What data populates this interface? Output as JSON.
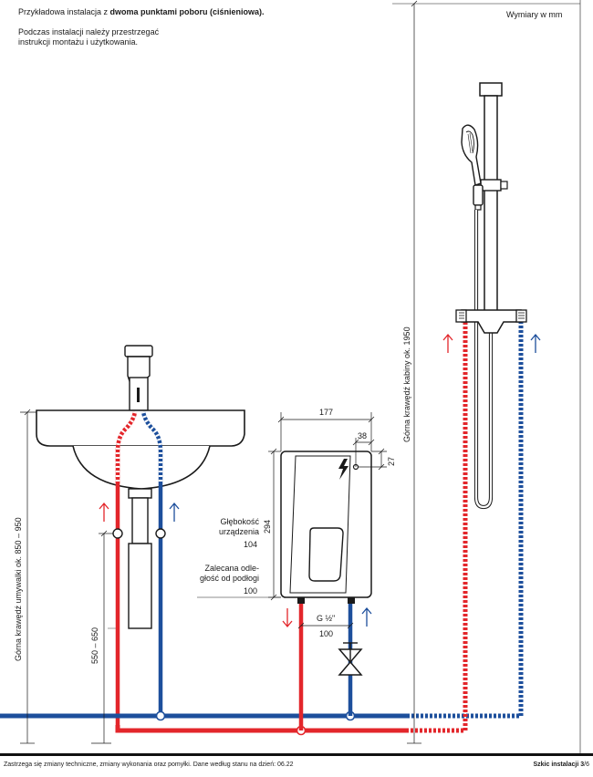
{
  "header": {
    "intro_prefix": "Przykładowa instalacja z ",
    "intro_bold": "dwoma punktami poboru (ciśnieniowa).",
    "note_line1": "Podczas instalacji należy przestrzegać",
    "note_line2": "instrukcji montażu i użytkowania.",
    "units": "Wymiary w mm"
  },
  "dimensions": {
    "basin_height": "Górna krawędź umywalki ok. 850 – 950",
    "connection_height": "550 – 650",
    "cabin_height": "Górna krawędź kabiny ok. 1950",
    "heater_width": "177",
    "heater_offset_x": "38",
    "heater_offset_y": "27",
    "heater_height": "294",
    "connector_spacing": "100",
    "thread": "G ½\""
  },
  "labels": {
    "depth_line1": "Głębokość",
    "depth_line2": "urządzenia",
    "depth_value": "104",
    "dist_line1": "Zalecana odle-",
    "dist_line2": "głość od podłogi",
    "dist_value": "100"
  },
  "footer": {
    "disclaimer": "Zastrzega się zmiany techniczne, zmiany wykonania oraz pomyłki. Dane według stanu na dzień: 06.22",
    "section_label": "Szkic instalacji",
    "page_current": "3",
    "page_total": "6"
  },
  "colors": {
    "hot": "#e3262b",
    "cold": "#1d4f9c",
    "line": "#1a1a1a",
    "grey": "#888888"
  }
}
